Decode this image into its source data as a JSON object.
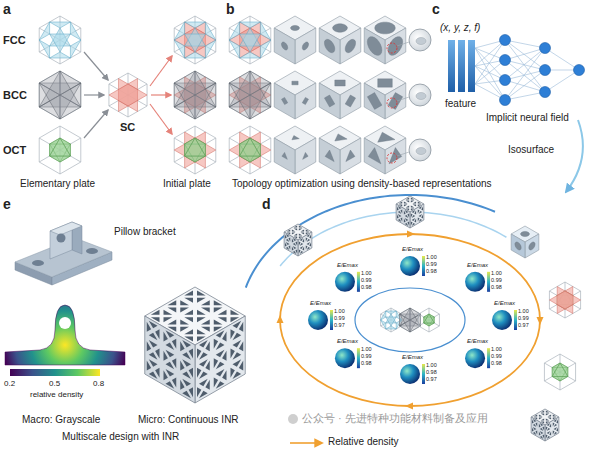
{
  "diagram": {
    "labels": [
      "a",
      "FCC",
      "BCC",
      "OCT",
      "SC",
      "Elementary plate",
      "Initial plate",
      "b",
      "Topology optimization using density-based representations",
      "c",
      "(x, y, z, f)",
      "feature",
      "Implicit neural field",
      "Isosurface",
      "d",
      "E/Emax",
      "1.00",
      "0.99",
      "0.98",
      "E/Emax",
      "1.00",
      "0.99",
      "0.98",
      "E/Emax",
      "1.00",
      "0.99",
      "0.97",
      "E/Emax",
      "1.00",
      "0.99",
      "0.98",
      "E/Emax",
      "1.00",
      "0.98",
      "0.97",
      "E/Emax",
      "1.00",
      "0.99",
      "0.98",
      "E/Emax",
      "1.00",
      "0.99",
      "0.97",
      "E/Emax",
      "1.00",
      "0.99",
      "0.98",
      "e",
      "Pillow bracket",
      "0.2",
      "0.5",
      "0.8",
      "relative density",
      "Macro: Grayscale",
      "Micro: Continuous INR",
      "Multiscale design with INR",
      "公众号 · 先进特种功能材料制备及应用"
    ],
    "legend": [
      {
        "text": "Relative density"
      }
    ]
  }
}
